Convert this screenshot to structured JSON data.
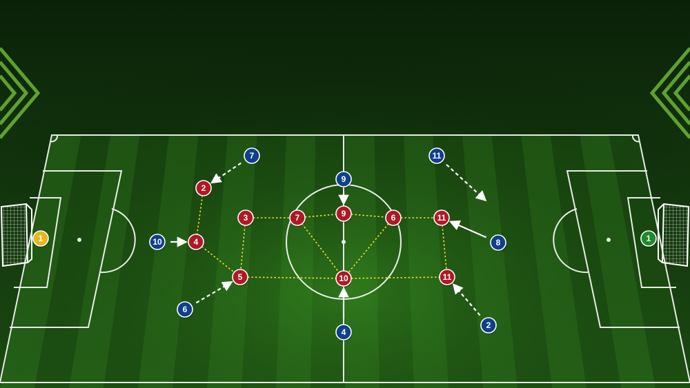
{
  "colors": {
    "red_player": "#b01826",
    "blue_player": "#103f8c",
    "goalkeeper_left": "#e8b51c",
    "goalkeeper_right": "#1f8a2c",
    "link_line": "#f3e23a",
    "arrow": "#ffffff",
    "pitch_line": "#ffffff",
    "grass_light": "#2f7d1d",
    "grass_dark": "#1f5a13"
  },
  "icons": {
    "left_goal": "goal-net-icon",
    "right_goal": "goal-net-icon",
    "chevrons": "chevron-decoration-icon"
  },
  "players": [
    {
      "id": "gk-left",
      "team": "goalkeeper-left",
      "number": "1"
    },
    {
      "id": "gk-right",
      "team": "goalkeeper-right",
      "number": "1"
    },
    {
      "id": "r2",
      "team": "red",
      "number": "2"
    },
    {
      "id": "r3",
      "team": "red",
      "number": "3"
    },
    {
      "id": "r4",
      "team": "red",
      "number": "4"
    },
    {
      "id": "r5",
      "team": "red",
      "number": "5"
    },
    {
      "id": "r7",
      "team": "red",
      "number": "7"
    },
    {
      "id": "r9",
      "team": "red",
      "number": "9"
    },
    {
      "id": "r6",
      "team": "red",
      "number": "6"
    },
    {
      "id": "r11a",
      "team": "red",
      "number": "11"
    },
    {
      "id": "r10",
      "team": "red",
      "number": "10"
    },
    {
      "id": "r11b",
      "team": "red",
      "number": "11"
    },
    {
      "id": "b7",
      "team": "blue",
      "number": "7"
    },
    {
      "id": "b10",
      "team": "blue",
      "number": "10"
    },
    {
      "id": "b6",
      "team": "blue",
      "number": "6"
    },
    {
      "id": "b9",
      "team": "blue",
      "number": "9"
    },
    {
      "id": "b4",
      "team": "blue",
      "number": "4"
    },
    {
      "id": "b11",
      "team": "blue",
      "number": "11"
    },
    {
      "id": "b8",
      "team": "blue",
      "number": "8"
    },
    {
      "id": "b2",
      "team": "blue",
      "number": "2"
    }
  ],
  "links": [
    [
      "r2",
      "r4"
    ],
    [
      "r4",
      "r5"
    ],
    [
      "r3",
      "r5"
    ],
    [
      "r3",
      "r7"
    ],
    [
      "r7",
      "r9"
    ],
    [
      "r9",
      "r6"
    ],
    [
      "r6",
      "r11a"
    ],
    [
      "r5",
      "r10"
    ],
    [
      "r10",
      "r11b"
    ],
    [
      "r11a",
      "r11b"
    ],
    [
      "r7",
      "r10"
    ],
    [
      "r6",
      "r10"
    ]
  ],
  "arrows": [
    {
      "from": "b7",
      "to": "r2",
      "style": "dashed"
    },
    {
      "from": "b10",
      "to": "r4",
      "style": "solid"
    },
    {
      "from": "b6",
      "to": "r5",
      "style": "dashed"
    },
    {
      "from": "b9",
      "to": "r9",
      "style": "solid"
    },
    {
      "from": "b4",
      "to": "r10",
      "style": "solid"
    },
    {
      "from": "b11",
      "to": "space-right",
      "style": "dashed"
    },
    {
      "from": "b8",
      "to": "r11a",
      "style": "solid"
    },
    {
      "from": "b2",
      "to": "r11b",
      "style": "dashed"
    }
  ]
}
